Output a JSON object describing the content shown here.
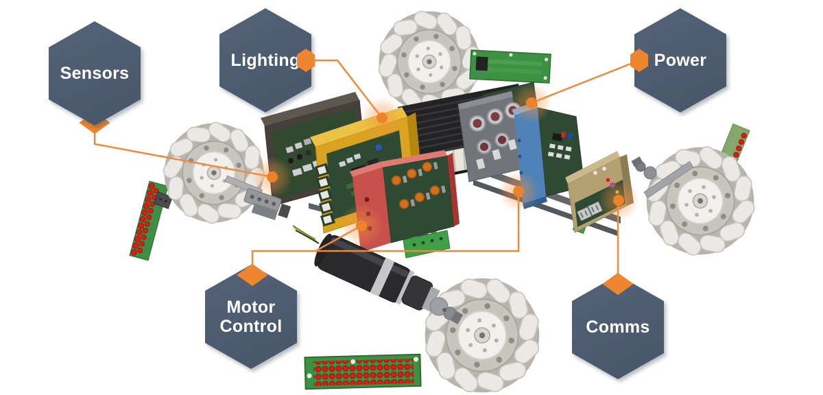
{
  "callouts": {
    "sensors": {
      "label": "Sensors"
    },
    "lighting": {
      "label": "Lighting"
    },
    "power": {
      "label": "Power"
    },
    "motor_control": {
      "line1": "Motor",
      "line2": "Control"
    },
    "comms": {
      "label": "Comms"
    }
  },
  "colors": {
    "accent_orange": "#ED862F",
    "connector_line": "#EE8B3B",
    "hexagon_fill": "#4C5B6E",
    "label_text": "#FFFFFF",
    "pcb_green": "#3E9143",
    "led_red": "#E21A12"
  }
}
